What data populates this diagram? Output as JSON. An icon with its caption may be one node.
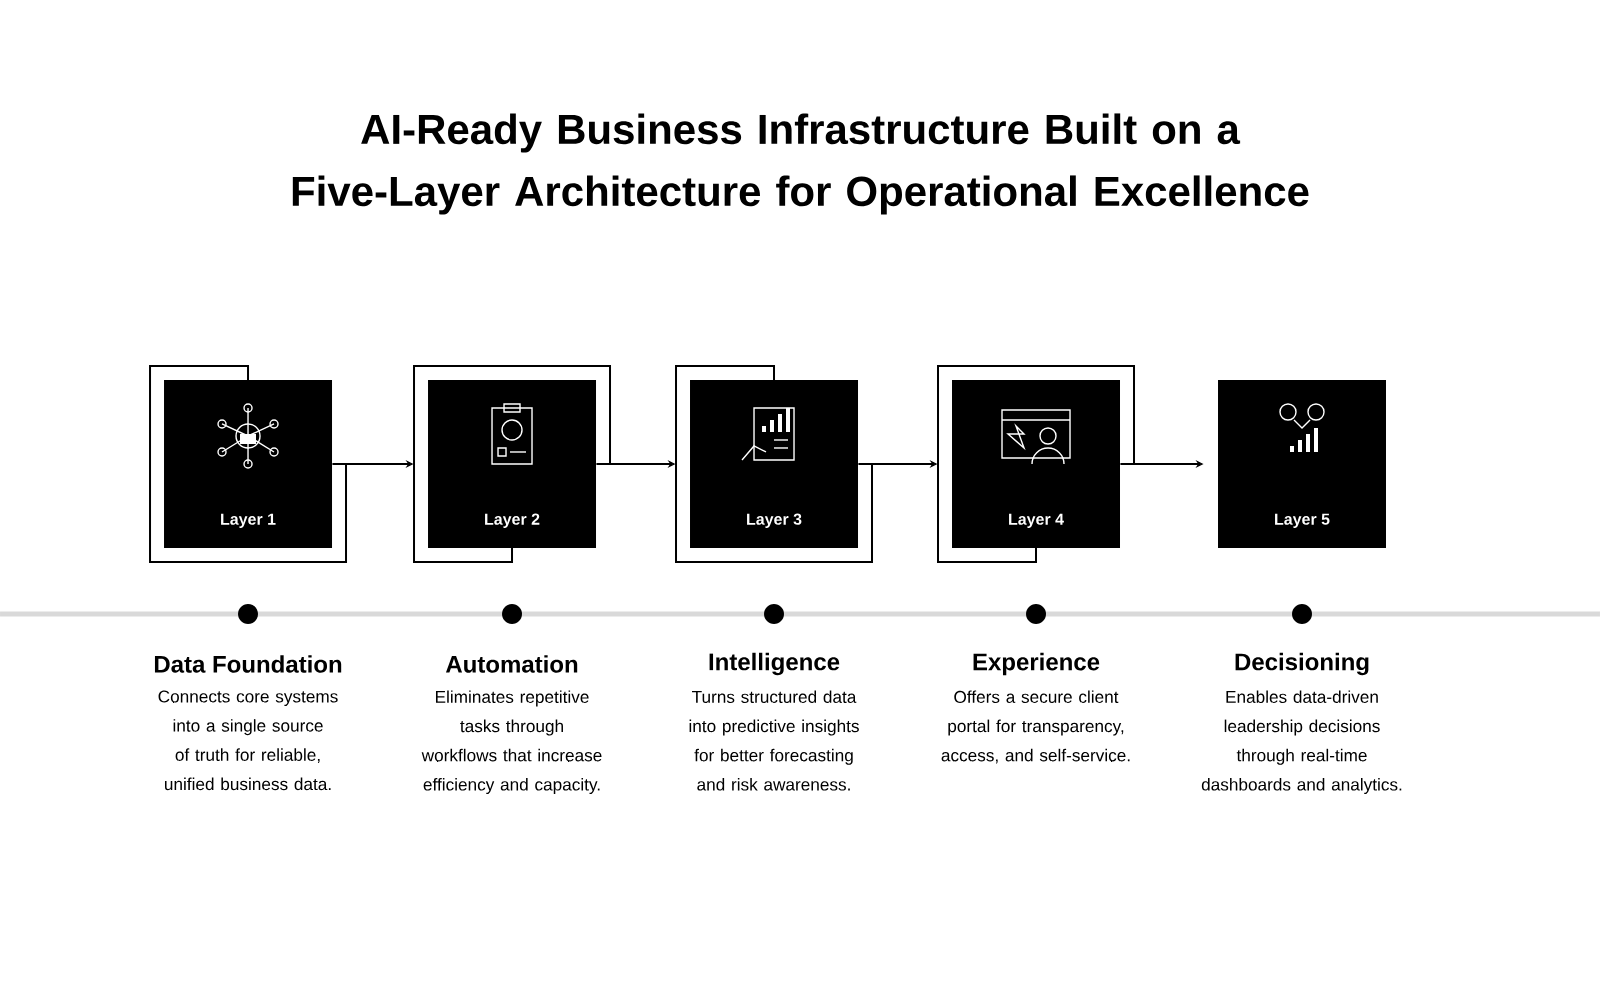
{
  "diagram": {
    "title": "AI-Ready Business Infrastructure Built on a Five-Layer Architecture for Operational Excellence",
    "nodes": [
      {
        "text": [
          "Layer 1"
        ],
        "beside": [
          "Data Foundation",
          "Connects core systems into a single source of truth for reliable, unified business data."
        ]
      },
      {
        "text": [
          "Layer 2"
        ],
        "beside": [
          "Automation",
          "Eliminates repetitive tasks through workflows that increase efficiency and capacity."
        ]
      },
      {
        "text": [
          "Layer 3"
        ],
        "beside": [
          "Intelligence",
          "Turns structured data into predictive insights for better forecasting and risk awareness."
        ]
      },
      {
        "text": [
          "Layer 4"
        ],
        "beside": [
          "Experience",
          "Offers a secure client portal for transparency, access, and self-service."
        ]
      },
      {
        "text": [
          "Layer 5"
        ],
        "beside": [
          "Decisioning",
          "Enables data-driven leadership decisions through real-time dashboards and analytics."
        ]
      }
    ],
    "edges": [
      {
        "from": 0,
        "to": 1,
        "arrow": "to"
      },
      {
        "from": 1,
        "to": 2,
        "arrow": "to"
      },
      {
        "from": 2,
        "to": 3,
        "arrow": "to"
      },
      {
        "from": 3,
        "to": 4,
        "arrow": "to"
      }
    ]
  }
}
